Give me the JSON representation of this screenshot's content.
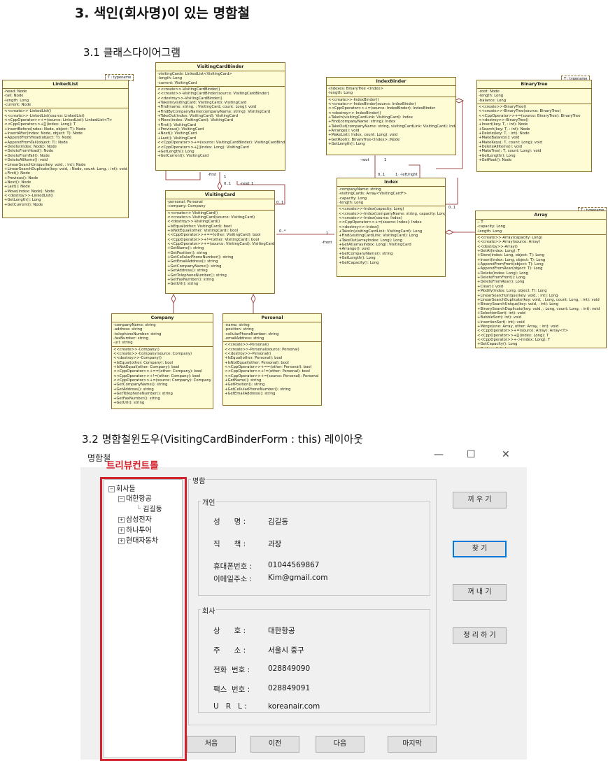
{
  "headings": {
    "h1": "3. 색인(회사명)이 있는 명함철",
    "h2a": "3.1 클래스다이어그램",
    "h2b": "3.2 명함철윈도우(VisitingCardBinderForm : this) 레이아웃"
  },
  "uml": {
    "template_param": "T : typename",
    "classes": {
      "linkedlist": {
        "name": "LinkedList",
        "attrs": [
          "-head: Node",
          "-tail: Node",
          "-length: Long",
          "-current: Node"
        ],
        "ops": [
          "<<create>>-LinkedList()",
          "<<create>>-LinkedList(source: LinkedList)",
          "<<CppOperator>>+=(source: LinkedList): LinkedList<T>",
          "<<CppOperator>>+[](index: Long): T",
          "+InsertBefore(index: Node, object: T): Node",
          "+InsertAfter(index: Node, object: T): Node",
          "+AppendFromHead(object: T): Node",
          "+AppendFromTail(object: T): Node",
          "+Delete(index: Node): Node",
          "+DeleteFromHead(): Node",
          "+DeleteFromTail(): Node",
          "+DeleteAllItems(): void",
          "+LinearSearchUnique(key: void, : int): Node",
          "+LinearSearchDuplicate(key: void, : Node, count: Long, : int): void",
          "+First(): Node",
          "+Previous(): Node",
          "+Next(): Node",
          "+Last(): Node",
          "+Move(index: Node): Node",
          "<<destroy>>-LinkedList()",
          "+GetLength(): Long",
          "+GetCurrent(): Node"
        ]
      },
      "vcbinder": {
        "name": "VisitingCardBinder",
        "attrs": [
          "-visitingCards: LinkedList<VisitingCard>",
          "-length: Long",
          "-current: VisitingCard"
        ],
        "ops": [
          "<<create>>-VisitingCardBinder()",
          "<<create>>-VisitingCardBinder(source: VisitingCardBinder)",
          "<<destroy>>-VisitingCardBinder()",
          "+TakeIn(visitingCard: VisitingCard): VisitingCard",
          "+Find(name: string, : VisitingCard, count: Long): void",
          "+FindByCompanyName(companyName: string): VisitingCard",
          "+TakeOut(index: VisitingCard): VisitingCard",
          "+Move(index: VisitingCard): VisitingCard",
          "+First(): VisitingCard",
          "+Previous(): VisitingCard",
          "+Next(): VisitingCard",
          "+Last(): VisitingCard",
          "<<CppOperator>>+=(source: VisitingCardBinder): VisitingCardBinder",
          "<<CppOperator>>+[](index: Long): VisitingCard",
          "+GetLength(): Long",
          "+GetCurrent(): VisitingCard"
        ]
      },
      "vcard": {
        "name": "VisitingCard",
        "attrs": [
          "-personal: Personal",
          "-company: Company"
        ],
        "ops": [
          "<<create>>-VisitingCard()",
          "<<create>>-VisitingCard(source: VisitingCard)",
          "<<destroy>>-VisitingCard()",
          "+IsEqual(other: VisitingCard): bool",
          "+IsNotEqual(other: VisitingCard): bool",
          "<<CppOperator>>+==(other: VisitingCard): bool",
          "<<CppOperator>>+!=(other: VisitingCard): bool",
          "<<CppOperator>>+=(source: VisitingCard): VisitingCard",
          "+GetName(): string",
          "+GetPosition(): string",
          "+GetCellularPhoneNumber(): string",
          "+GetEmailAddress(): string",
          "+GetCompanyName(): string",
          "+GetAddress(): string",
          "+GetTelephoneNumber(): string",
          "+GetFaxNumber(): string",
          "+GetUrl(): string"
        ]
      },
      "company": {
        "name": "Company",
        "attrs": [
          "-companyName: string",
          "-address: string",
          "-telephoneNumber: string",
          "-faxNumber: string",
          "-url: string"
        ],
        "ops": [
          "<<create>>-Company()",
          "<<create>>-Company(source: Company)",
          "<<destroy>>-Company()",
          "+IsEqual(other: Company): bool",
          "+IsNotEqual(other: Company): bool",
          "<<CppOperator>>+==(other: Company): bool",
          "<<CppOperator>>+!=(other: Company): bool",
          "<<CppOperator>>+=(source: Company): Company",
          "+GetCompanyName(): string",
          "+GetAddress(): string",
          "+GetTelephoneNumber(): string",
          "+GetFaxNumber(): string",
          "+GetUrl(): string"
        ]
      },
      "personal": {
        "name": "Personal",
        "attrs": [
          "-name: string",
          "-position: string",
          "-cellularPhoneNumber: string",
          "-emailAddress: string"
        ],
        "ops": [
          "<<create>>-Personal()",
          "<<create>>-Personal(source: Personal)",
          "<<destroy>>-Personal()",
          "+IsEqual(other: Personal): bool",
          "+IsNotEqual(other: Personal): bool",
          "<<CppOperator>>+==(other: Personal): bool",
          "<<CppOperator>>+!=(other: Personal): bool",
          "<<CppOperator>>+=(source: Personal): Personal",
          "+GetName(): string",
          "+GetPosition(): string",
          "+GetCellularPhoneNumber(): string",
          "+GetEmailAddress(): string"
        ]
      },
      "indexbinder": {
        "name": "IndexBinder",
        "attrs": [
          "-indexes: BinaryTree <Index>",
          "-length: Long"
        ],
        "ops": [
          "<<create>>-IndexBinder()",
          "<<create>>-IndexBinder(source: IndexBinder)",
          "<<CppOperator>>+=(source: IndexBinder): IndexBinder",
          "<<destroy>>-IndexBinder()",
          "+TakeIn(visitingCardLink: VisitingCard): Index",
          "+Find(companyName: string): Index",
          "+TakeOut(companyName: string, visitingCardLink: VisitingCard): Index",
          "+Arrange(): void",
          "+MakeList(: Index, count: Long): void",
          "+GetRoot(): BinaryTree<Index>::Node",
          "+GetLength(): Long"
        ]
      },
      "binarytree": {
        "name": "BinaryTree",
        "attrs": [
          "-root: Node",
          "-length: Long",
          "-balance: Long"
        ],
        "ops": [
          "<<create>>-BinaryTree()",
          "<<create>>-BinaryTree(source: BinaryTree)",
          "<<CppOperator>>+=(source: BinaryTree): BinaryTree",
          "<<destroy>>-BinaryTree()",
          "+Insert(key: T, : int): Node",
          "+Search(key: T, : int): Node",
          "+Delete(key: T, : int): Node",
          "+MakeBalance(): void",
          "+MakeKeys(: T, count: Long): void",
          "+DeleteAllItems(): void",
          "+MakeTree(: T, count: Long): void",
          "+GetLength(): Long",
          "+GetRoot(): Node"
        ]
      },
      "index": {
        "name": "Index",
        "attrs": [
          "-companyName: string",
          "-visitingCards: Array<VisitingCard*>",
          "-capacity: Long",
          "-length: Long"
        ],
        "ops": [
          "<<create>>-Index(capacity: Long)",
          "<<create>>-Index(companyName: string, capacity: Long)",
          "<<create>>-Index(source: Index)",
          "<<CppOperator>>+=(source: Index): Index",
          "<<destroy>>-Index()",
          "+TakeIn(visitingCardLink: VisitingCard): Long",
          "+Find(visitingCardLink: VisitingCard): Long",
          "+TakeOut(arrayIndex: Long): Long",
          "+GetAt(arrayIndex: Long): VisitingCard",
          "+Arrange(): void",
          "+GetCompanyName(): string",
          "+GetLength(): Long",
          "+GetCapacity(): Long"
        ]
      },
      "array": {
        "name": "Array",
        "attrs": [
          "-: T",
          "-capacity: Long",
          "-length: Long"
        ],
        "ops": [
          "<<create>>-Array(capacity: Long)",
          "<<create>>-Array(source: Array)",
          "<<destroy>>-Array()",
          "+GetAt(index: Long): T",
          "+Store(index: Long, object: T): Long",
          "+Insert(index: Long, object: T): Long",
          "+AppendFromFront(object: T): Long",
          "+AppendFromRear(object: T): Long",
          "+Delete(index: Long): Long",
          "+DeleteFromFront(): Long",
          "+DeleteFromRear(): Long",
          "+Clear(): void",
          "+Modify(index: Long, object: T): Long",
          "+LinearSearchUnique(key: void, : int): Long",
          "+LinearSearchDuplicate(key: void, : Long, count: Long, : int): void",
          "+BinarySearchUnique(key: void, : int): Long",
          "+BinarySearchDuplicate(key: void, : Long, count: Long, : int): void",
          "+SelectionSort(: int): void",
          "+BubbleSort(: int): void",
          "+InsertionSort(: int): void",
          "+Merge(one: Array, other: Array, : int): void",
          "<<CppOperator>>+=(source: Array): Array<T>",
          "<<CppOperator>>+[](index: Long): T",
          "<<CppOperator>>+->(index: Long): T",
          "+GetCapacity(): Long",
          "+GetLength(): Long"
        ]
      }
    },
    "labels": {
      "first": "-first",
      "next": "-next",
      "m1a": "1",
      "m1b": "1",
      "m0_1a": "0..1",
      "m0_1b": "0..1",
      "m0_1c": "0..1",
      "m0_star": "0..*",
      "m1c": "1",
      "front": "-front",
      "root": "-root",
      "m0_1d": "0..1",
      "m1d": "1",
      "leftright": "-left/right",
      "m1e": "1",
      "m0_1e": "0..1"
    }
  },
  "form": {
    "title": "명함철",
    "controls": {
      "minimize": "—",
      "maximize": "☐",
      "close": "✕"
    },
    "tree_label": "트리뷰컨트롤",
    "tree": {
      "root": "회사들",
      "n1": "대한항공",
      "n1c": "김길동",
      "n2": "삼성전자",
      "n3": "하나투어",
      "n4": "현대자동차"
    },
    "groups": {
      "card": "명함",
      "personal": "개인",
      "company": "회사"
    },
    "personal": {
      "name_label": "성      명 :",
      "name": "김길동",
      "position_label": "직      책 :",
      "position": "과장",
      "phone_label": "휴대폰번호 :",
      "phone": "01044569867",
      "email_label": "이메일주소 :",
      "email": "Kim@gmail.com"
    },
    "company": {
      "cname_label": "상      호 :",
      "cname": "대한항공",
      "addr_label": "주      소 :",
      "addr": "서울시 중구",
      "tel_label": "전화  번호 :",
      "tel": "028849090",
      "fax_label": "팩스  번호 :",
      "fax": "028849091",
      "url_label": "U   R   L :",
      "url": "koreanair.com"
    },
    "buttons": {
      "insert": "끼 우 기",
      "find": "찾    기",
      "takeout": "꺼 내 기",
      "arrange": "정 리 하 기",
      "first": "처음",
      "previous": "이전",
      "next": "다음",
      "last": "마지막"
    }
  }
}
